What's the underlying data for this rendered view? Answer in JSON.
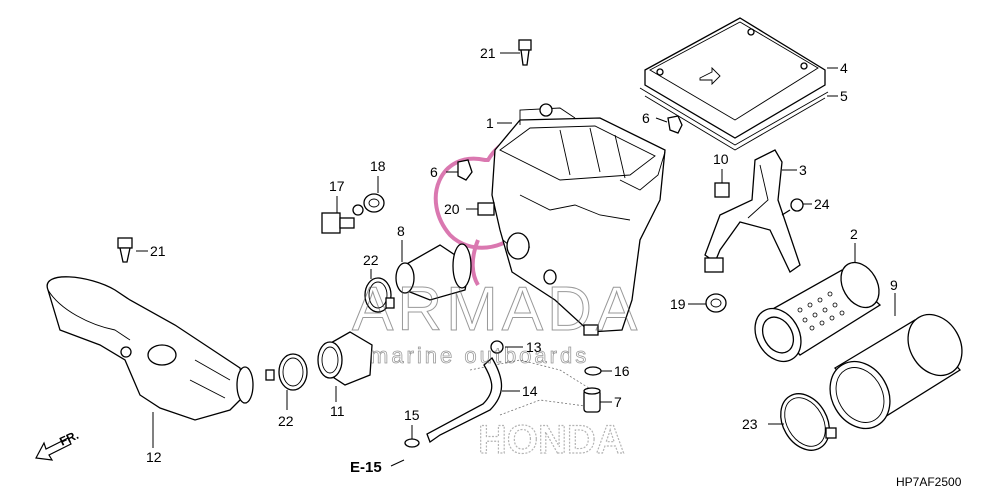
{
  "diagram": {
    "code": "HP7AF2500",
    "reference": "E-15",
    "direction": "FR.",
    "callouts": [
      "21",
      "4",
      "5",
      "1",
      "6",
      "6",
      "3",
      "10",
      "18",
      "17",
      "20",
      "24",
      "8",
      "2",
      "22",
      "21",
      "9",
      "19",
      "13",
      "16",
      "14",
      "7",
      "11",
      "22",
      "12",
      "15",
      "23"
    ]
  },
  "watermark": {
    "brand": "ARMADA",
    "tagline": "marine outboards",
    "logo_color": "#d66aa8"
  },
  "background_logo": {
    "text": "HONDA"
  }
}
